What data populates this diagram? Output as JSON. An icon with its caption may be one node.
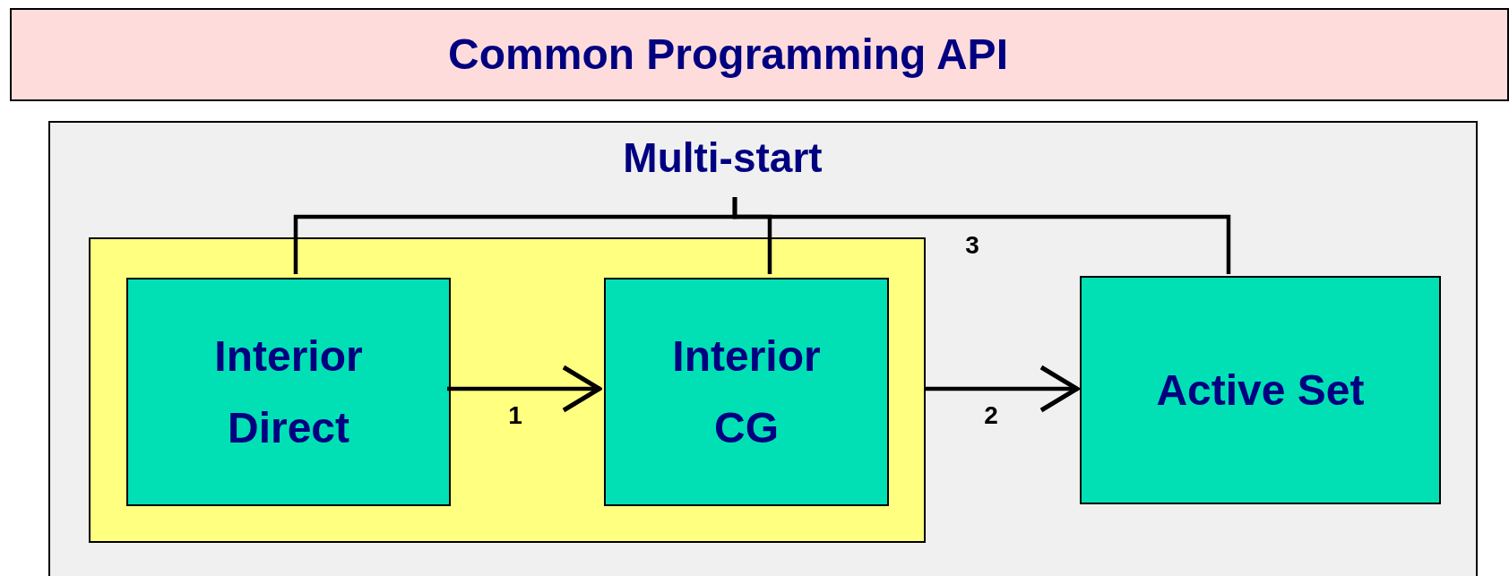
{
  "diagram": {
    "nodes": [
      {
        "text": [
          "Common Programming API"
        ]
      },
      {
        "text": [
          "Multi-start"
        ]
      },
      {
        "text": [],
        "shape": "box",
        "in": 1
      },
      {
        "text": [
          "Interior Direct"
        ],
        "in": 2
      },
      {
        "text": [
          "Interior CG"
        ],
        "in": 2
      },
      {
        "text": [
          "Active Set"
        ],
        "in": 1
      }
    ],
    "edges": [
      {
        "from": 3,
        "to": 4,
        "arrow": "to",
        "label": "1"
      },
      {
        "from": 2,
        "to": 5,
        "arrow": "to",
        "label": "2"
      },
      {
        "from": null,
        "to": 3,
        "arrow": "none"
      },
      {
        "from": null,
        "to": 4,
        "arrow": "none"
      },
      {
        "from": null,
        "to": 5,
        "arrow": "none",
        "label": "3"
      }
    ]
  }
}
